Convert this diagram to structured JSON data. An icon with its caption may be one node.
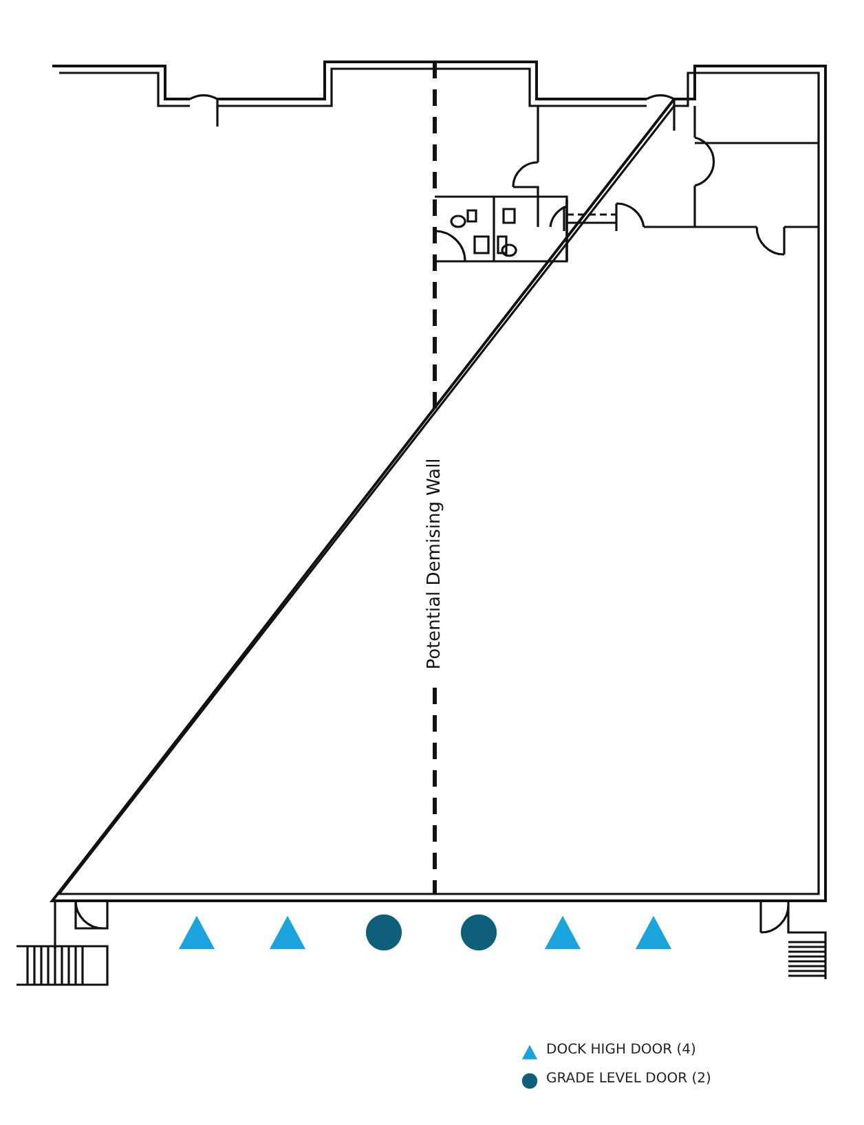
{
  "diagram": {
    "labels": [
      "Potential Demising Wall"
    ],
    "legend": [
      {
        "text": "DOCK HIGH DOOR (4)"
      },
      {
        "text": "GRADE LEVEL DOOR (2)"
      }
    ]
  }
}
